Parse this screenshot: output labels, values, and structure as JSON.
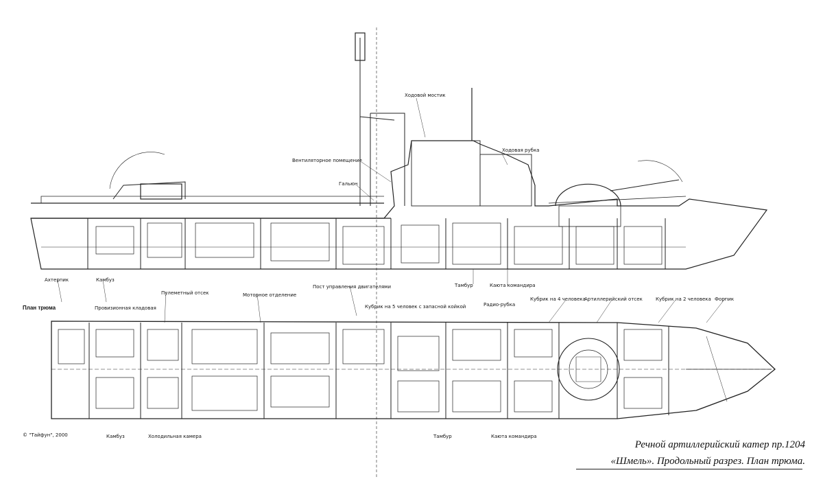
{
  "labels_profile": [
    {
      "id": "mostik",
      "text": "Ходовой мостик"
    },
    {
      "id": "rubka",
      "text": "Ходовая рубка"
    },
    {
      "id": "ventil",
      "text": "Вентиляторное помещение"
    },
    {
      "id": "galyun",
      "text": "Гальюн"
    }
  ],
  "labels_middle": [
    {
      "id": "ahterpik",
      "text": "Ахтерпик"
    },
    {
      "id": "kambuz1",
      "text": "Камбуз"
    },
    {
      "id": "pulemet",
      "text": "Пулеметный отсек"
    },
    {
      "id": "motor",
      "text": "Моторное отделение"
    },
    {
      "id": "post",
      "text": "Пост управления двигателями"
    },
    {
      "id": "tambur1",
      "text": "Тамбур"
    },
    {
      "id": "kauta1",
      "text": "Каюта командира"
    },
    {
      "id": "artil",
      "text": "Артиллерийский отсек"
    },
    {
      "id": "kubrik2",
      "text": "Кубрик на 2 человека"
    },
    {
      "id": "forpik",
      "text": "Форпик"
    },
    {
      "id": "kubrik5",
      "text": "Кубрик на 5 человек с запасной койкой"
    },
    {
      "id": "radio",
      "text": "Радио-рубка"
    },
    {
      "id": "kubrik4",
      "text": "Кубрик на 4 человека"
    },
    {
      "id": "provizion",
      "text": "Провизионная кладовая"
    }
  ],
  "labels_plan": [
    {
      "id": "kambuz2",
      "text": "Камбуз"
    },
    {
      "id": "holod",
      "text": "Холодильная камера"
    },
    {
      "id": "tambur2",
      "text": "Тамбур"
    },
    {
      "id": "kauta2",
      "text": "Каюта командира"
    }
  ],
  "section_title": "План трюма",
  "copyright": "© \"Тайфун\", 2000",
  "caption": {
    "line1": "Речной артиллерийский катер пр.1204",
    "line2": "«Шмель». Продольный разрез. План трюма."
  }
}
